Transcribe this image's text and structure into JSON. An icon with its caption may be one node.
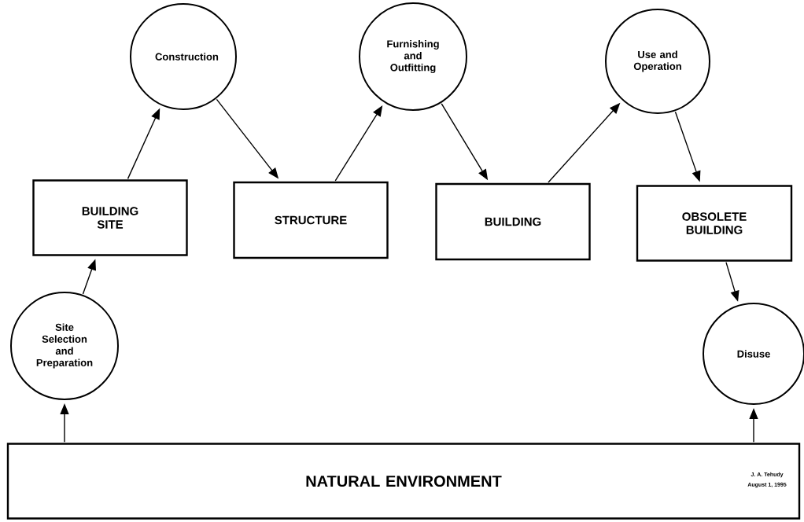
{
  "diagram": {
    "nodes": [
      {
        "text": [
          "Construction"
        ]
      },
      {
        "text": [
          "Furnishing and Outfitting"
        ]
      },
      {
        "text": [
          "Use and Operation"
        ]
      },
      {
        "text": [
          "BUILDING SITE"
        ]
      },
      {
        "text": [
          "STRUCTURE"
        ]
      },
      {
        "text": [
          "BUILDING"
        ]
      },
      {
        "text": [
          "OBSOLETE BUILDING"
        ]
      },
      {
        "text": [
          "Site Selection and Preparation"
        ]
      },
      {
        "text": [
          "Disuse"
        ]
      },
      {
        "text": [
          "NATURAL ENVIRONMENT"
        ]
      }
    ],
    "edges": [
      {
        "from": 9,
        "to": 7,
        "arrow": "to"
      },
      {
        "from": 7,
        "to": 3,
        "arrow": "to"
      },
      {
        "from": 3,
        "to": 0,
        "arrow": "to"
      },
      {
        "from": 0,
        "to": 4,
        "arrow": "to"
      },
      {
        "from": 4,
        "to": 1,
        "arrow": "to"
      },
      {
        "from": 1,
        "to": 5,
        "arrow": "to"
      },
      {
        "from": 5,
        "to": 2,
        "arrow": "to"
      },
      {
        "from": 2,
        "to": 6,
        "arrow": "to"
      },
      {
        "from": 6,
        "to": 8,
        "arrow": "to"
      },
      {
        "from": 9,
        "to": 8,
        "arrow": "to"
      }
    ],
    "labels": [
      "J. A. Tehudy",
      "August 1, 1995"
    ]
  }
}
